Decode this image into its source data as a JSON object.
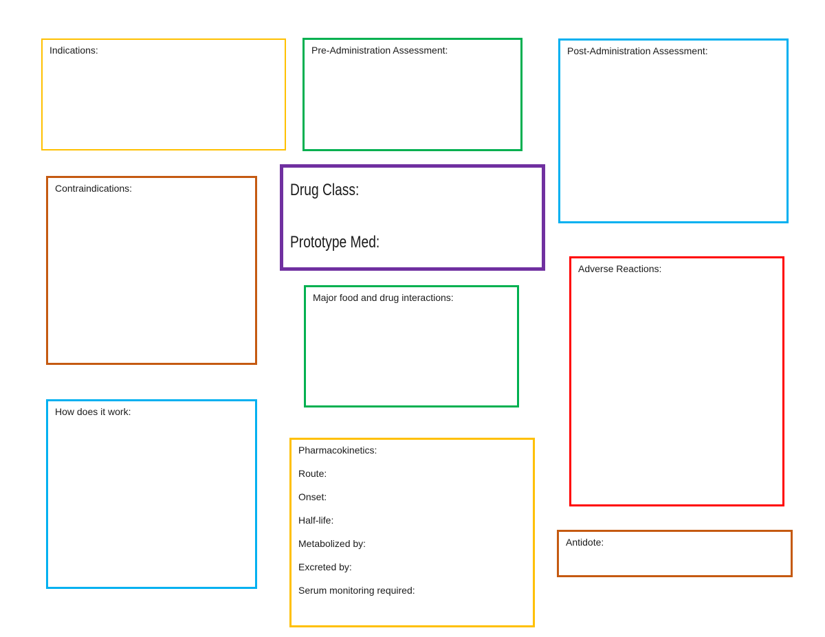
{
  "boxes": {
    "indications": "Indications:",
    "pre_admin": "Pre-Administration Assessment:",
    "post_admin": "Post-Administration Assessment:",
    "contraindications": "Contraindications:",
    "drug_class": "Drug Class:",
    "prototype_med": "Prototype Med:",
    "interactions": "Major food and drug interactions:",
    "adverse": "Adverse Reactions:",
    "how_it_works": "How does it work:",
    "antidote": "Antidote:"
  },
  "pharmacokinetics": {
    "title": "Pharmacokinetics:",
    "fields": [
      "Route:",
      "Onset:",
      "Half-life:",
      "Metabolized by:",
      "Excreted by:",
      "Serum monitoring required:"
    ]
  },
  "colors": {
    "yellow": "#FFC000",
    "green": "#00B050",
    "blue": "#00B0F0",
    "orange": "#C55A11",
    "red": "#FF0000",
    "purple": "#7030A0"
  }
}
